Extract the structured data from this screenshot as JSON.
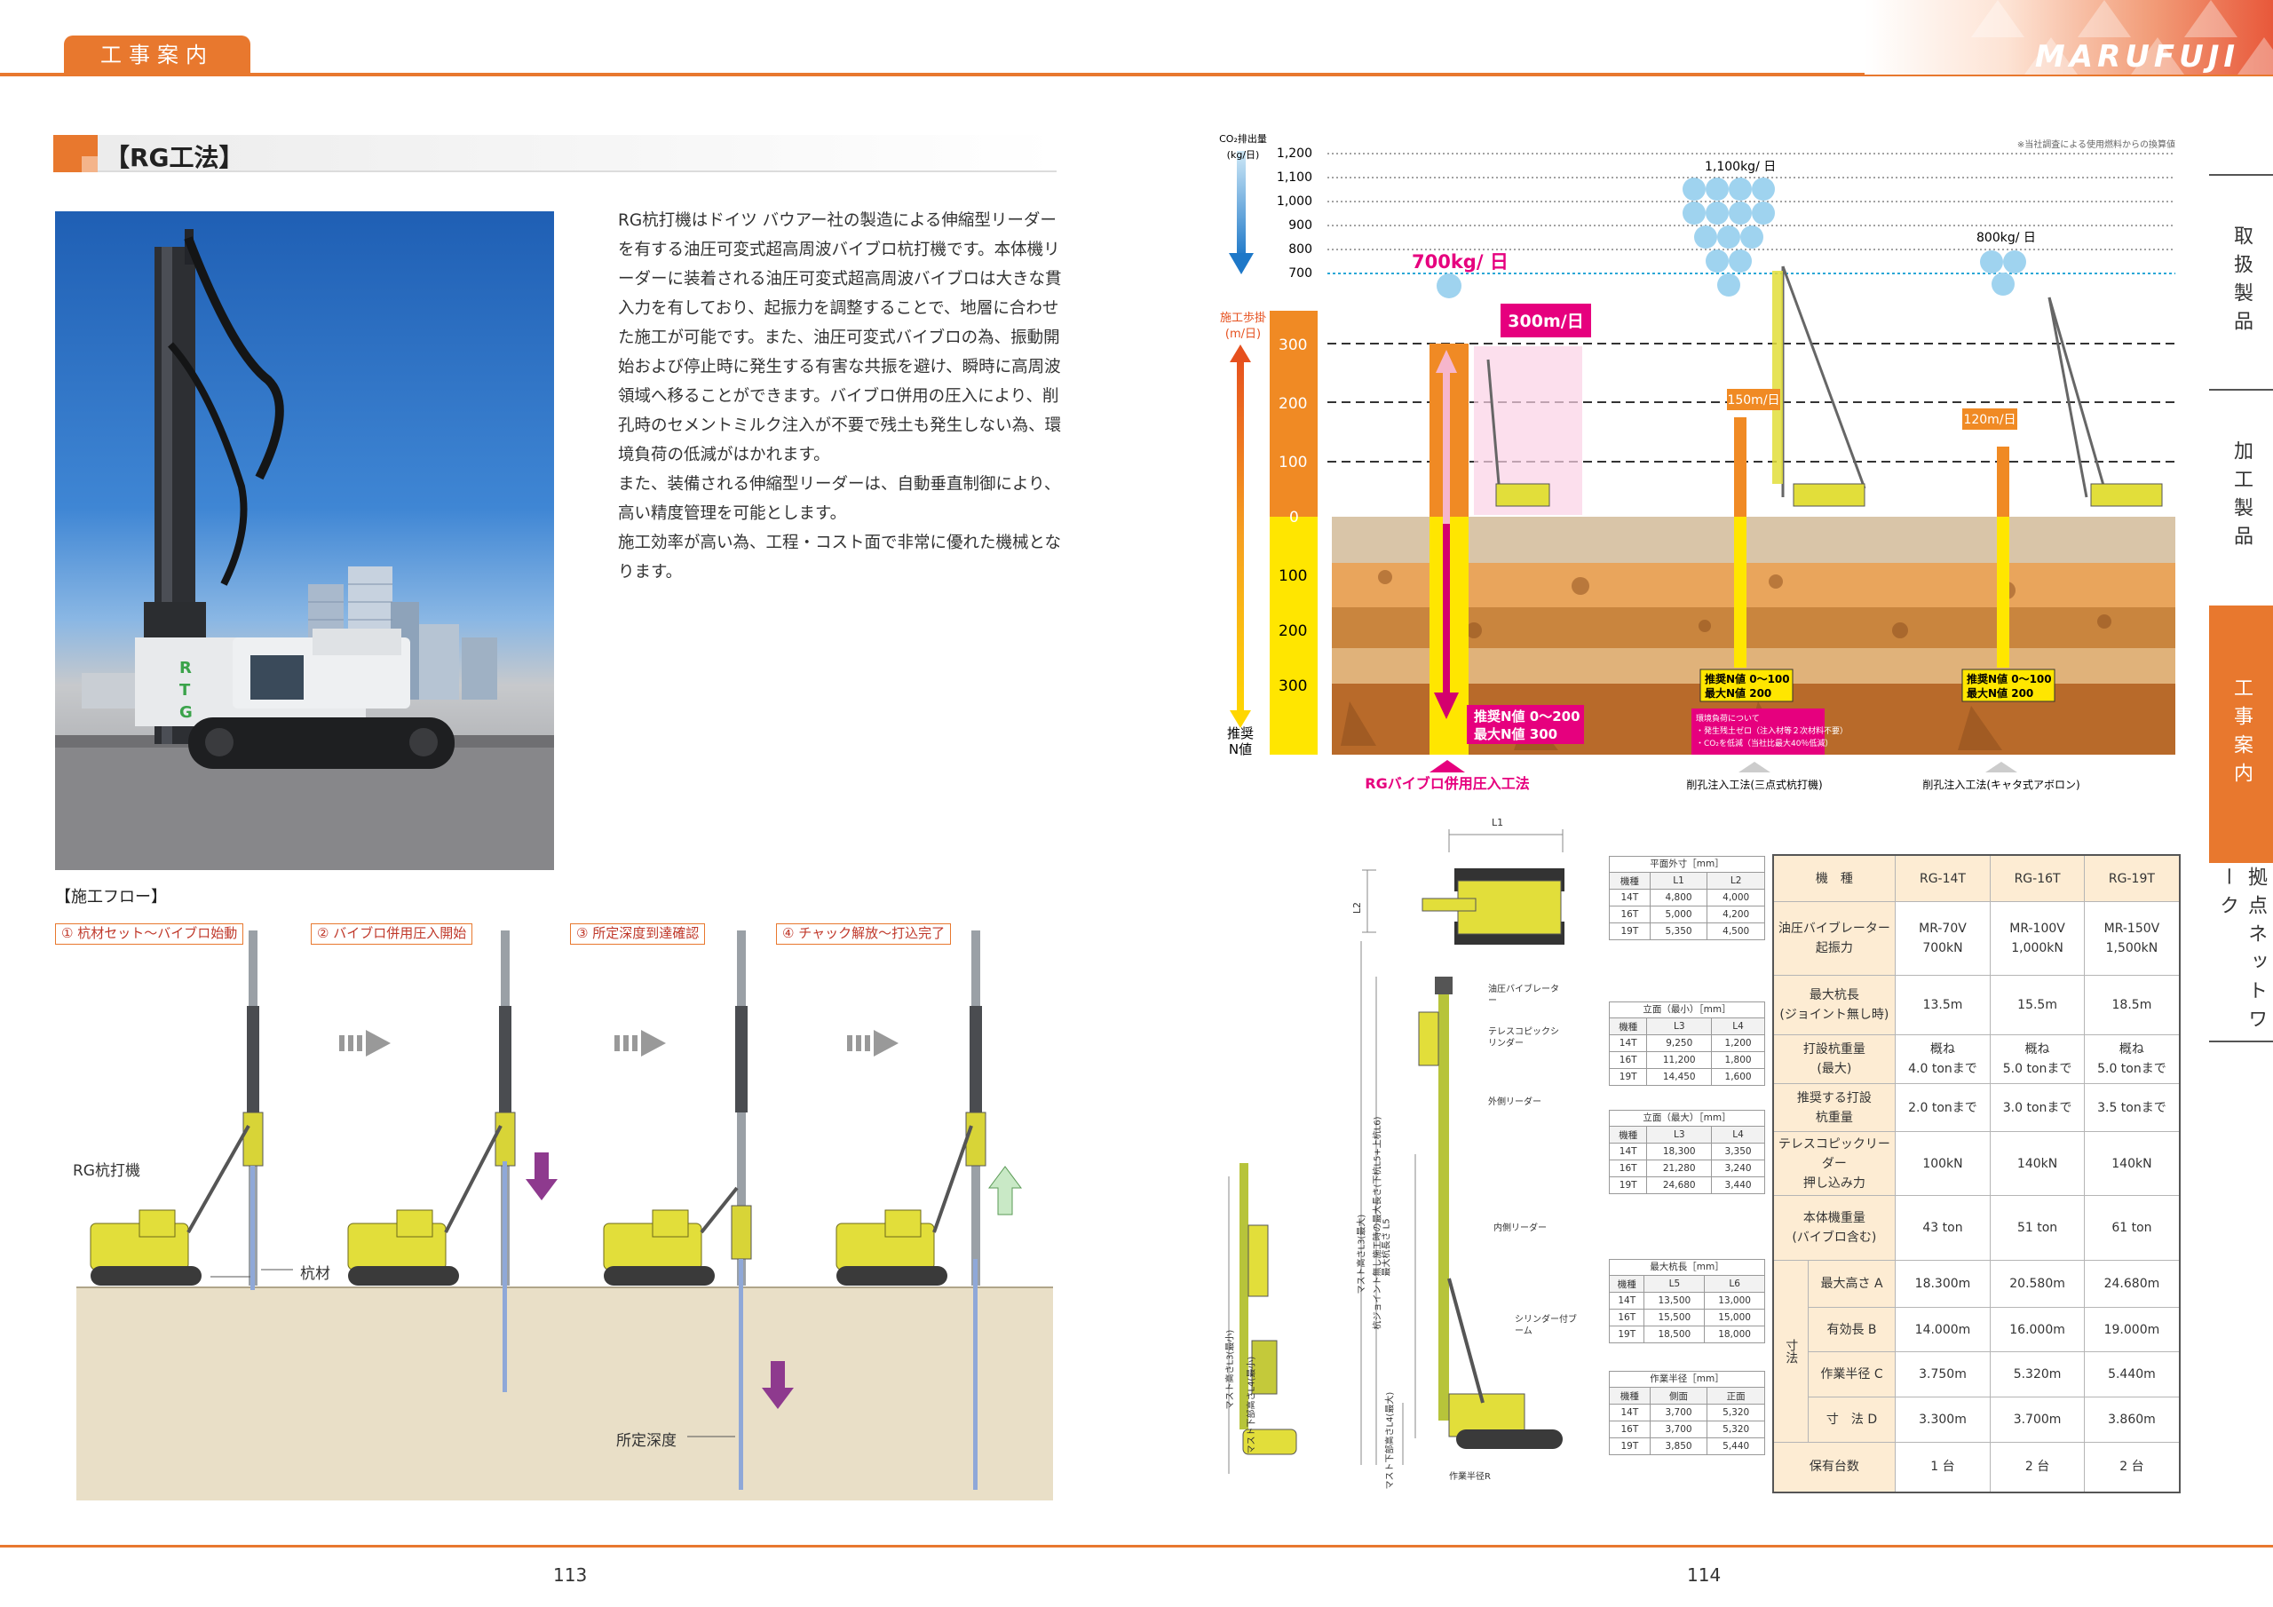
{
  "header": {
    "section_tab": "工事案内",
    "brand": "MARUFUJI"
  },
  "side_tabs": [
    {
      "label": "取扱製品",
      "active": false
    },
    {
      "label": "加工製品",
      "active": false
    },
    {
      "label": "工事案内",
      "active": true
    },
    {
      "label": "拠点ネットワーク",
      "active": false
    }
  ],
  "title": "【RG工法】",
  "intro_paragraphs": [
    "RG杭打機はドイツ バウアー社の製造による伸縮型リーダーを有する油圧可変式超高周波バイブロ杭打機です。本体機リーダーに装着される油圧可変式超高周波バイブロは大きな貫入力を有しており、起振力を調整することで、地層に合わせた施工が可能です。また、油圧可変式バイブロの為、振動開始および停止時に発生する有害な共振を避け、瞬時に高周波領域へ移ることができます。バイブロ併用の圧入により、削孔時のセメントミルク注入が不要で残土も発生しない為、環境負荷の低減がはかれます。",
    "また、装備される伸縮型リーダーは、自動垂直制御により、高い精度管理を可能とします。",
    "施工効率が高い為、工程・コスト面で非常に優れた機械となります。"
  ],
  "flow": {
    "heading": "【施工フロー】",
    "steps": [
      "① 杭材セット〜バイブロ始動",
      "② バイブロ併用圧入開始",
      "③ 所定深度到達確認",
      "④ チャック解放〜打込完了"
    ],
    "label_machine": "RG杭打機",
    "label_pile": "杭材",
    "label_depth": "所定深度"
  },
  "chart": {
    "co2_axis_title_1": "CO₂排出量",
    "co2_axis_title_2": "(kg/日)",
    "co2_ticks": [
      "1,200",
      "1,100",
      "1,000",
      "900",
      "800",
      "700"
    ],
    "note": "※当社調査による使用燃料からの換算値",
    "speed_axis_title_1": "施工歩掛",
    "speed_axis_title_2": "(m/日)",
    "speed_ticks": [
      "300",
      "200",
      "100",
      "0"
    ],
    "n_ticks": [
      "100",
      "200",
      "300"
    ],
    "n_axis_title_1": "推奨",
    "n_axis_title_2": "N値",
    "co2_values": [
      "700kg/ 日",
      "1,100kg/ 日",
      "800kg/ 日"
    ],
    "speed_values": [
      "300m/日",
      "150m/日",
      "120m/日"
    ],
    "n_labels_rg": [
      "推奨N値 0〜200",
      "最大N値 300"
    ],
    "n_labels_mid": [
      "推奨N値 0〜100",
      "最大N値 200"
    ],
    "n_labels_right": [
      "推奨N値 0〜100",
      "最大N値 200"
    ],
    "env_note": [
      "環境負荷について",
      "・発生残土ゼロ（注入材等２次材料不要）",
      "・CO₂を低減（当社比最大40％低減）"
    ],
    "methods": [
      "RGバイブロ併用圧入工法",
      "削孔注入工法(三点式杭打機)",
      "削孔注入工法(キャタ式アボロン)"
    ]
  },
  "dims": {
    "L1": "L1",
    "L2": "L2",
    "labels": [
      "油圧バイブレーター",
      "テレスコピックシリンダー",
      "外側リーダー",
      "内側リーダー",
      "シリンダー付ブーム",
      "作業半径R"
    ],
    "vert_labels": [
      "マスト高さL3(最小)",
      "マスト下部高さL4(最小)",
      "最大杭長さ L5",
      "杭ジョイント無し施工時の最大長さ(下杭L5+上杭L6)",
      "マスト高さL3(最大)",
      "マスト下部高さL4(最大)"
    ]
  },
  "mini_tables": [
    {
      "caption": "平面外寸［mm］",
      "cols": [
        "機種",
        "L1",
        "L2"
      ],
      "rows": [
        [
          "14T",
          "4,800",
          "4,000"
        ],
        [
          "16T",
          "5,000",
          "4,200"
        ],
        [
          "19T",
          "5,350",
          "4,500"
        ]
      ]
    },
    {
      "caption": "立面（最小）［mm］",
      "cols": [
        "機種",
        "L3",
        "L4"
      ],
      "rows": [
        [
          "14T",
          "9,250",
          "1,200"
        ],
        [
          "16T",
          "11,200",
          "1,800"
        ],
        [
          "19T",
          "14,450",
          "1,600"
        ]
      ]
    },
    {
      "caption": "立面（最大）［mm］",
      "cols": [
        "機種",
        "L3",
        "L4"
      ],
      "rows": [
        [
          "14T",
          "18,300",
          "3,350"
        ],
        [
          "16T",
          "21,280",
          "3,240"
        ],
        [
          "19T",
          "24,680",
          "3,440"
        ]
      ]
    },
    {
      "caption": "最大杭長［mm］",
      "cols": [
        "機種",
        "L5",
        "L6"
      ],
      "rows": [
        [
          "14T",
          "13,500",
          "13,000"
        ],
        [
          "16T",
          "15,500",
          "15,000"
        ],
        [
          "19T",
          "18,500",
          "18,000"
        ]
      ]
    },
    {
      "caption": "作業半径［mm］",
      "cols": [
        "機種",
        "側面",
        "正面"
      ],
      "rows": [
        [
          "14T",
          "3,700",
          "5,320"
        ],
        [
          "16T",
          "3,700",
          "5,320"
        ],
        [
          "19T",
          "3,850",
          "5,440"
        ]
      ]
    }
  ],
  "spec": {
    "header": [
      "機　種",
      "RG-14T",
      "RG-16T",
      "RG-19T"
    ],
    "rows": [
      {
        "label": [
          "油圧バイブレーター",
          "起振力"
        ],
        "values": [
          [
            "MR-70V",
            "700kN"
          ],
          [
            "MR-100V",
            "1,000kN"
          ],
          [
            "MR-150V",
            "1,500kN"
          ]
        ]
      },
      {
        "label": [
          "最大杭長",
          "(ジョイント無し時)"
        ],
        "values": [
          [
            "13.5m"
          ],
          [
            "15.5m"
          ],
          [
            "18.5m"
          ]
        ]
      },
      {
        "label": [
          "打設杭重量",
          "(最大)"
        ],
        "values": [
          [
            "概ね",
            "4.0 tonまで"
          ],
          [
            "概ね",
            "5.0 tonまで"
          ],
          [
            "概ね",
            "5.0 tonまで"
          ]
        ]
      },
      {
        "label": [
          "推奨する打設",
          "杭重量"
        ],
        "values": [
          [
            "2.0 tonまで"
          ],
          [
            "3.0 tonまで"
          ],
          [
            "3.5 tonまで"
          ]
        ]
      },
      {
        "label": [
          "テレスコピックリーダー",
          "押し込み力"
        ],
        "values": [
          [
            "100kN"
          ],
          [
            "140kN"
          ],
          [
            "140kN"
          ]
        ]
      },
      {
        "label": [
          "本体機重量",
          "(バイブロ含む)"
        ],
        "values": [
          [
            "43 ton"
          ],
          [
            "51 ton"
          ],
          [
            "61 ton"
          ]
        ]
      }
    ],
    "dim_group": "寸法",
    "dim_rows": [
      {
        "label": "最大高さ A",
        "values": [
          "18.300m",
          "20.580m",
          "24.680m"
        ]
      },
      {
        "label": "有効長 B",
        "values": [
          "14.000m",
          "16.000m",
          "19.000m"
        ]
      },
      {
        "label": "作業半径 C",
        "values": [
          "3.750m",
          "5.320m",
          "5.440m"
        ]
      },
      {
        "label": "寸　法 D",
        "values": [
          "3.300m",
          "3.700m",
          "3.860m"
        ]
      }
    ],
    "owned": {
      "label": "保有台数",
      "values": [
        "1 台",
        "2 台",
        "2 台"
      ]
    }
  },
  "pages": {
    "left": "113",
    "right": "114"
  },
  "colors": {
    "accent": "#e8782e",
    "pink": "#e6007e",
    "yellow": "#ffe100"
  }
}
